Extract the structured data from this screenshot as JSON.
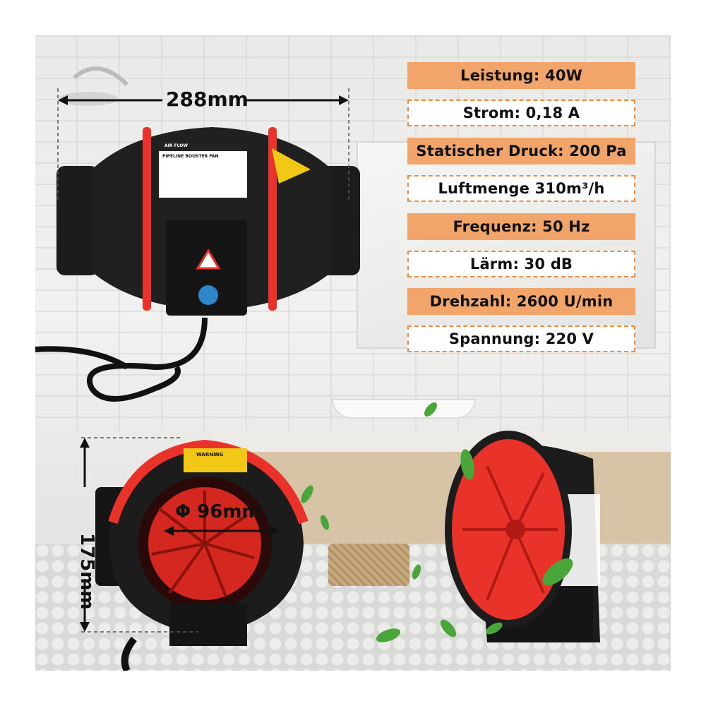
{
  "specs": [
    {
      "label": "Leistung: 40W",
      "style": "filled"
    },
    {
      "label": "Strom: 0,18 A",
      "style": "outlined"
    },
    {
      "label": "Statischer Druck: 200 Pa",
      "style": "filled"
    },
    {
      "label": "Luftmenge 310m³/h",
      "style": "outlined"
    },
    {
      "label": "Frequenz: 50 Hz",
      "style": "filled"
    },
    {
      "label": "Lärm: 30 dB",
      "style": "outlined"
    },
    {
      "label": "Drehzahl: 2600 U/min",
      "style": "filled"
    },
    {
      "label": "Spannung: 220 V",
      "style": "outlined"
    }
  ],
  "dimensions": {
    "length": "288mm",
    "height": "175mm",
    "diameter": "Φ 96mm"
  },
  "product_labels": {
    "airflow": "AIR FLOW",
    "model": "PIPELINE BOOSTER FAN",
    "warning": "WARNING"
  },
  "colors": {
    "accent_orange": "#f2a56b",
    "dash_orange": "#f08a3c",
    "fan_red": "#e8322a",
    "fan_body": "#1a1a1a"
  }
}
